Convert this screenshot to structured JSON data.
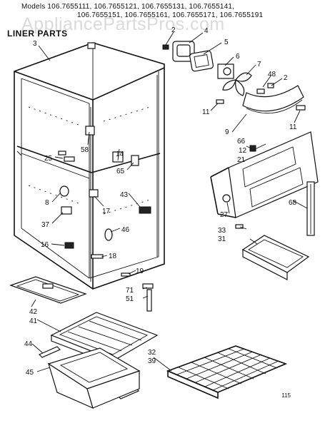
{
  "header": {
    "models_line1": "Models 106.7655111, 106.7655121, 106.7655131, 106.7655141,",
    "models_line2": "106.7655151, 106.7655161, 106.7655171, 106.7655191"
  },
  "title": "LINER PARTS",
  "watermark": "AppliancePartsPros.com",
  "footer_code": "115",
  "callouts": {
    "c2a": "2",
    "c4": "4",
    "c5": "5",
    "c6": "6",
    "c7": "7",
    "c48": "48",
    "c2b": "2",
    "c3": "3",
    "c11a": "11",
    "c11b": "11",
    "c9": "9",
    "c66": "66",
    "c12": "12",
    "c21": "21",
    "c58": "58",
    "c14": "14",
    "c25": "25",
    "c65": "65",
    "c8": "8",
    "c17": "17",
    "c43": "43",
    "c37": "37",
    "c46": "46",
    "c16": "16",
    "c18": "18",
    "c27": "27",
    "c68": "68",
    "c33": "33",
    "c31": "31",
    "c19": "19",
    "c71": "71",
    "c51": "51",
    "c42": "42",
    "c41": "41",
    "c44": "44",
    "c45": "45",
    "c32": "32",
    "c39": "39"
  },
  "colors": {
    "ink": "#111111",
    "paper": "#ffffff",
    "watermark": "#969696"
  }
}
